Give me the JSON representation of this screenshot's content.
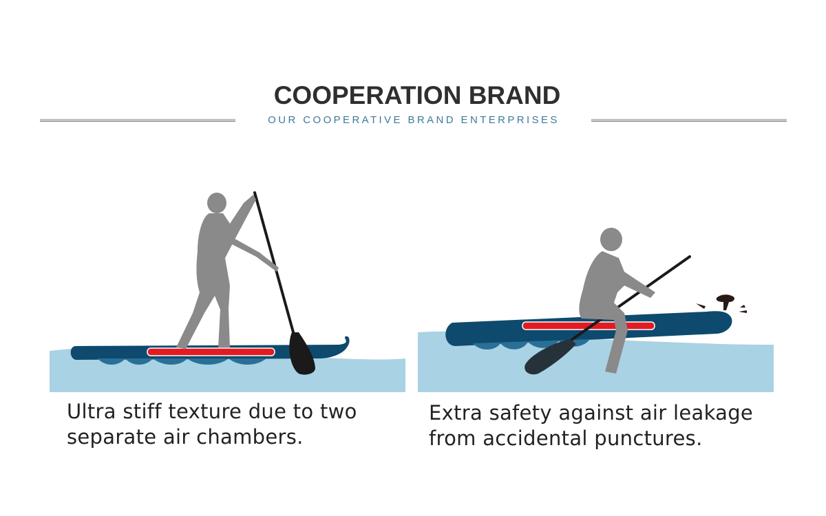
{
  "header": {
    "title": "COOPERATION BRAND",
    "subtitle": "OUR COOPERATIVE BRAND ENTERPRISES"
  },
  "panels": [
    {
      "caption_line1": "Ultra stiff texture due to two",
      "caption_line2": "separate air chambers."
    },
    {
      "caption_line1": "Extra safety against air leakage",
      "caption_line2": "from accidental punctures."
    }
  ],
  "colors": {
    "water": "#a9d2e4",
    "board": "#0e4a6e",
    "chamber": "#e21b23",
    "figure": "#8a8a8a",
    "paddle": "#1a1a1a",
    "subtitle": "#3d7a9a"
  }
}
